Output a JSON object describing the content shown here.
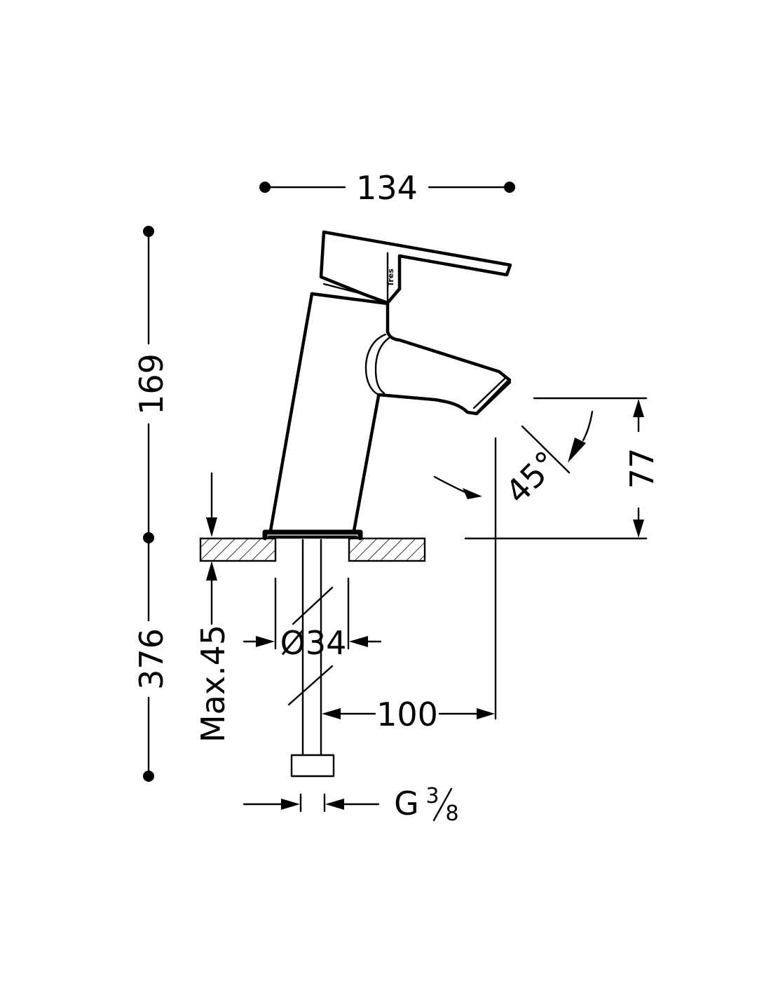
{
  "dimensions": {
    "width_total": "134",
    "height_spout": "169",
    "height_total": "376",
    "max_deck": "Max.45",
    "diameter": "Ø34",
    "reach": "100",
    "spout_height": "77",
    "angle": "45°",
    "thread_main": "G",
    "thread_num": "3",
    "thread_den": "8"
  },
  "brand_logo_text": "Tres",
  "colors": {
    "ink": "#000000",
    "background": "#ffffff"
  }
}
